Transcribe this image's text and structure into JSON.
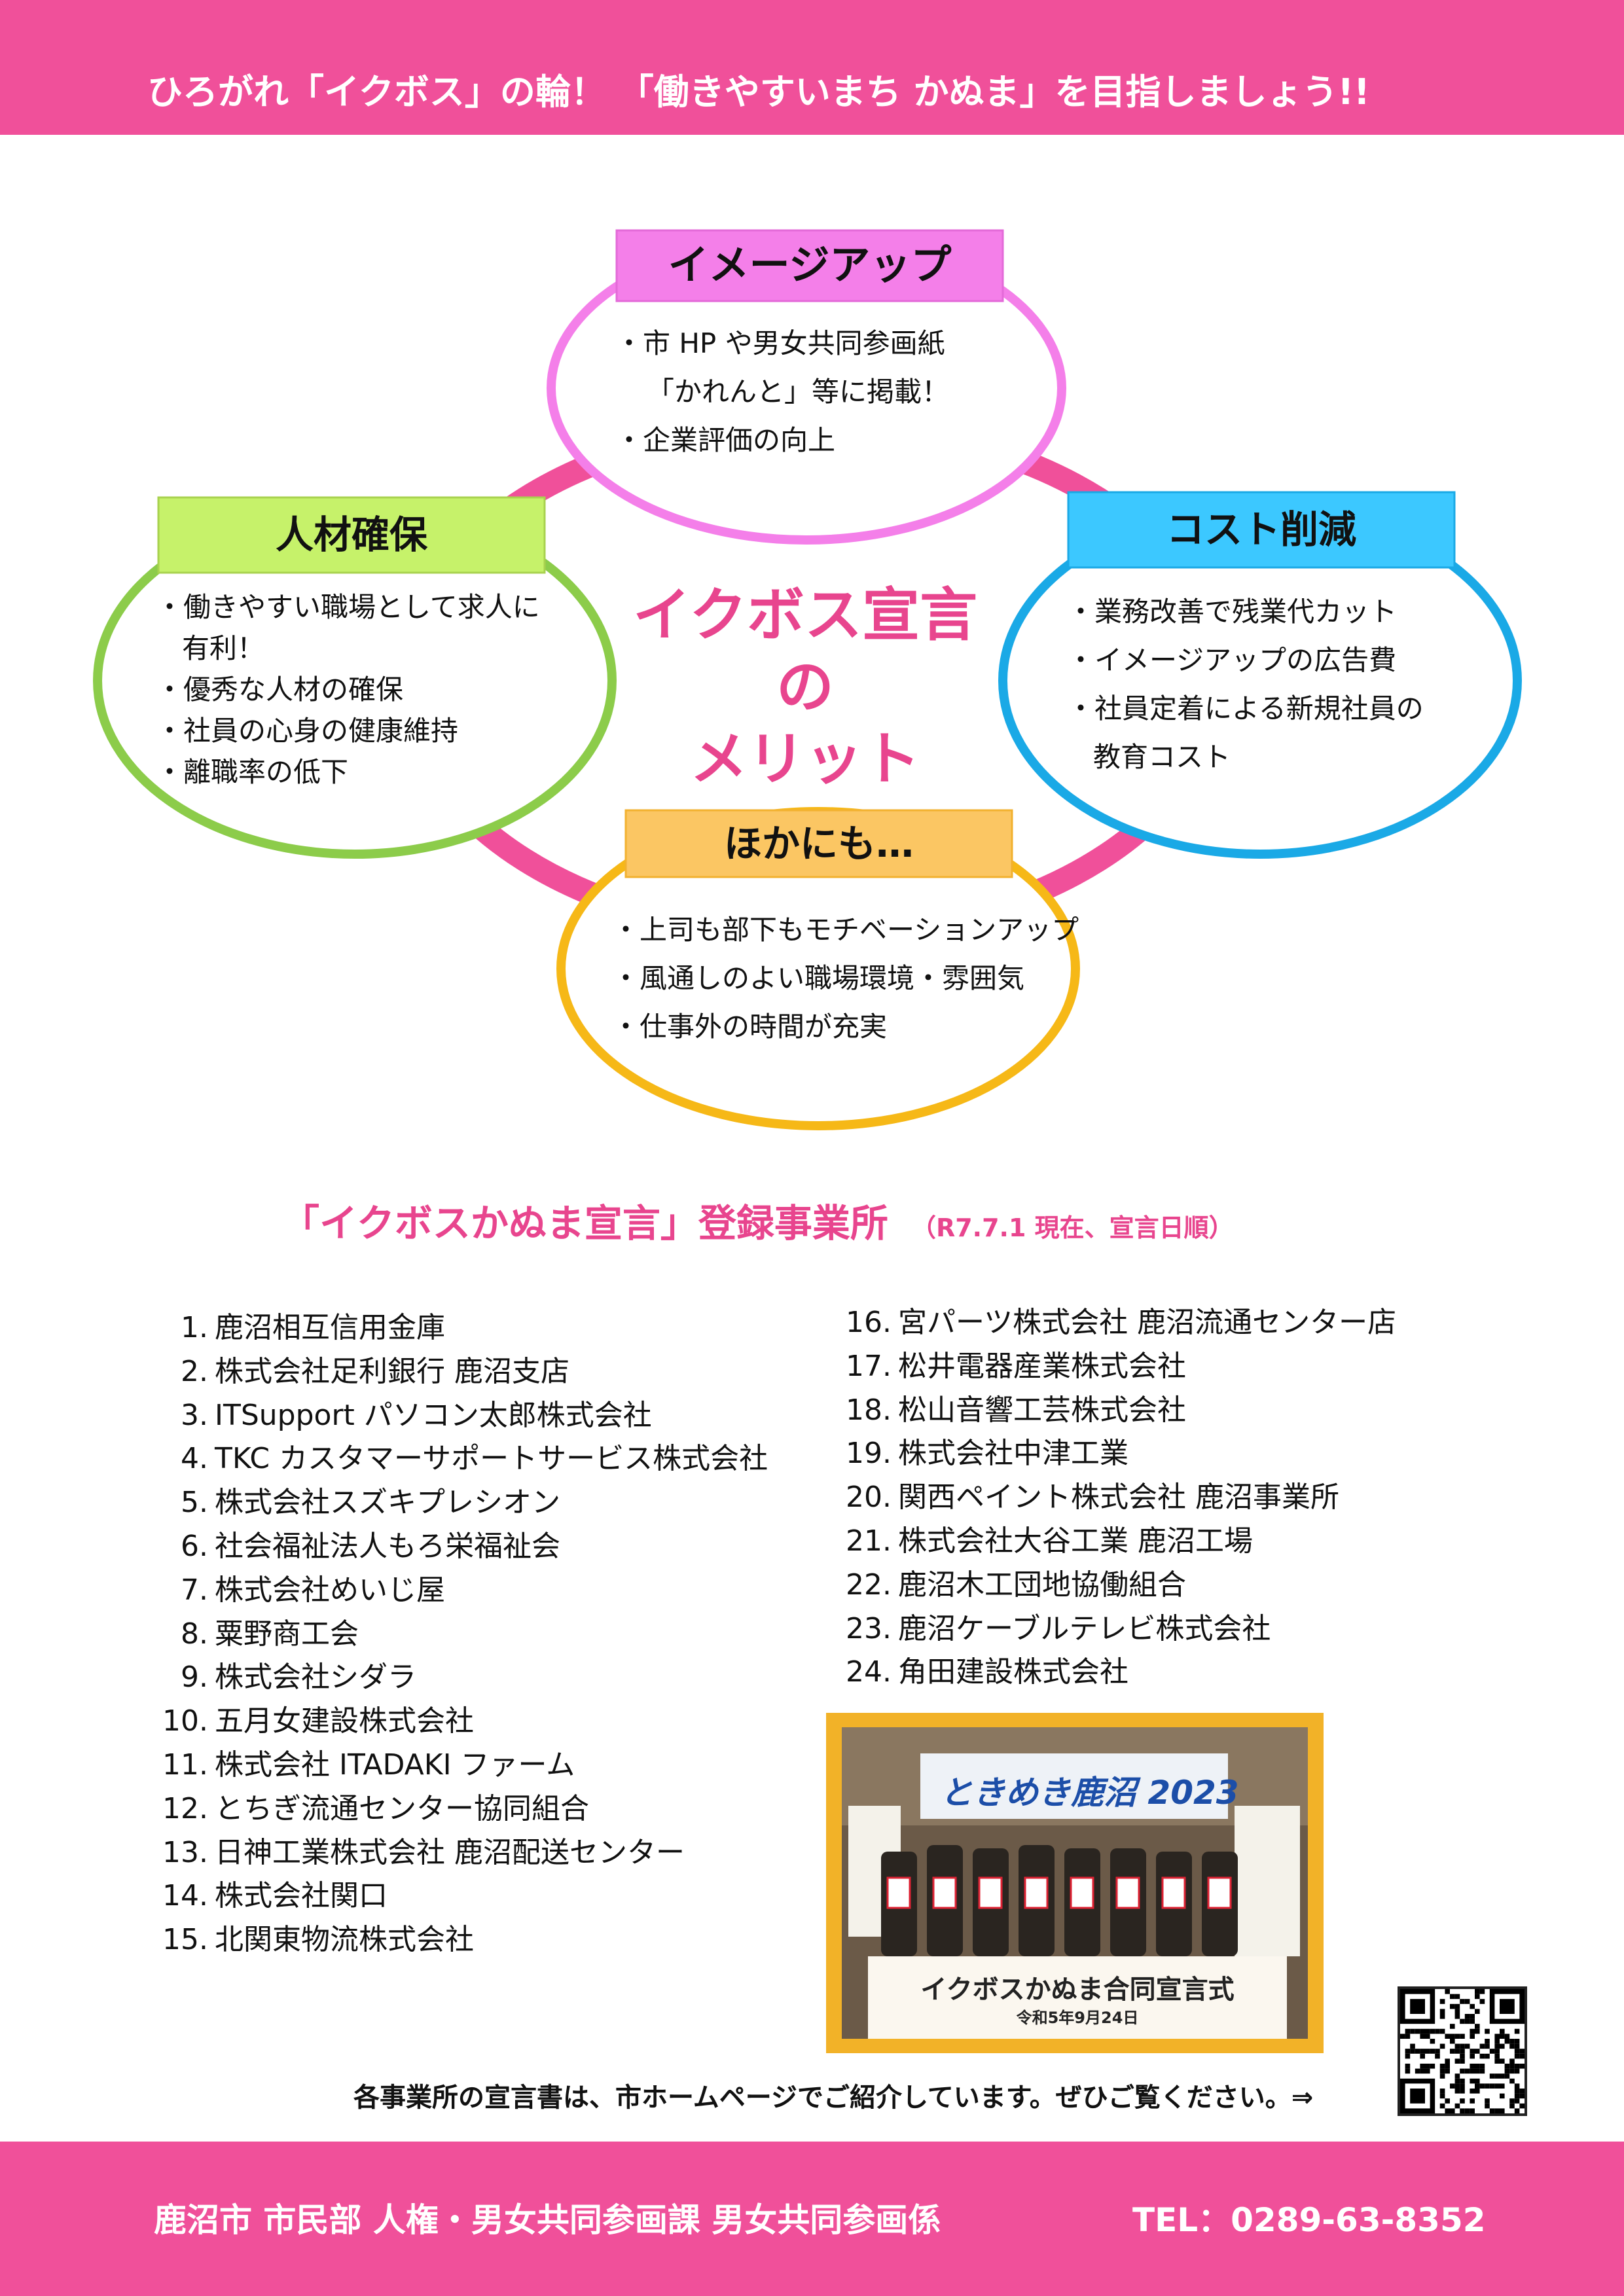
{
  "header": {
    "banner": "ひろがれ「イクボス」の輪！ 「働きやすいまち かぬま」を目指しましょう!!"
  },
  "center": {
    "line1": "イクボス宣言",
    "line2": "の",
    "line3": "メリット"
  },
  "merits": {
    "image": {
      "title": "イメージアップ",
      "items": [
        "・市 HP や男女共同参画紙",
        "「かれんと」等に掲載！",
        "・企業評価の向上"
      ],
      "color": "#f47fe9"
    },
    "talent": {
      "title": "人材確保",
      "items": [
        "・働きやすい職場として求人に",
        "有利！",
        "・優秀な人材の確保",
        "・社員の心身の健康維持",
        "・離職率の低下"
      ],
      "color": "#8ccc4a"
    },
    "cost": {
      "title": "コスト削減",
      "items": [
        "・業務改善で残業代カット",
        "・イメージアップの広告費",
        "・社員定着による新規社員の",
        "教育コスト"
      ],
      "color": "#1aa9e6"
    },
    "other": {
      "title": "ほかにも…",
      "items": [
        "・上司も部下もモチベーションアップ",
        "・風通しのよい職場環境・雰囲気",
        "・仕事外の時間が充実"
      ],
      "color": "#f6b817"
    }
  },
  "registry": {
    "heading": "「イクボスかぬま宣言」登録事業所",
    "note": "（R7.7.1 現在、宣言日順）",
    "left": [
      {
        "num": "1.",
        "name": "鹿沼相互信用金庫"
      },
      {
        "num": "2.",
        "name": "株式会社足利銀行 鹿沼支店"
      },
      {
        "num": "3.",
        "name": "ITSupport パソコン太郎株式会社"
      },
      {
        "num": "4.",
        "name": "TKC カスタマーサポートサービス株式会社"
      },
      {
        "num": "5.",
        "name": "株式会社スズキプレシオン"
      },
      {
        "num": "6.",
        "name": "社会福祉法人もろ栄福祉会"
      },
      {
        "num": "7.",
        "name": "株式会社めいじ屋"
      },
      {
        "num": "8.",
        "name": "粟野商工会"
      },
      {
        "num": "9.",
        "name": "株式会社シダラ"
      },
      {
        "num": "10.",
        "name": "五月女建設株式会社"
      },
      {
        "num": "11.",
        "name": "株式会社 ITADAKI ファーム"
      },
      {
        "num": "12.",
        "name": "とちぎ流通センター協同組合"
      },
      {
        "num": "13.",
        "name": "日神工業株式会社 鹿沼配送センター"
      },
      {
        "num": "14.",
        "name": "株式会社関口"
      },
      {
        "num": "15.",
        "name": "北関東物流株式会社"
      }
    ],
    "right": [
      {
        "num": "16.",
        "name": "宮パーツ株式会社 鹿沼流通センター店"
      },
      {
        "num": "17.",
        "name": "松井電器産業株式会社"
      },
      {
        "num": "18.",
        "name": "松山音響工芸株式会社"
      },
      {
        "num": "19.",
        "name": "株式会社中津工業"
      },
      {
        "num": "20.",
        "name": "関西ペイント株式会社 鹿沼事業所"
      },
      {
        "num": "21.",
        "name": "株式会社大谷工業 鹿沼工場"
      },
      {
        "num": "22.",
        "name": "鹿沼木工団地協働組合"
      },
      {
        "num": "23.",
        "name": "鹿沼ケーブルテレビ株式会社"
      },
      {
        "num": "24.",
        "name": "角田建設株式会社"
      }
    ]
  },
  "photo": {
    "banner": "ときめき鹿沼 2023",
    "sign": "イクボスかぬま合同宣言式",
    "date": "令和5年9月24日"
  },
  "homepage_note": "各事業所の宣言書は、市ホームページでご紹介しています。ぜひご覧ください。⇒",
  "footer": {
    "dept": "鹿沼市 市民部 人権・男女共同参画課 男女共同参画係",
    "tel": "TEL：0289-63-8352"
  },
  "colors": {
    "brand_pink": "#f0509a",
    "title_pink": "#e8458e",
    "ring_pink": "#f0509a"
  }
}
